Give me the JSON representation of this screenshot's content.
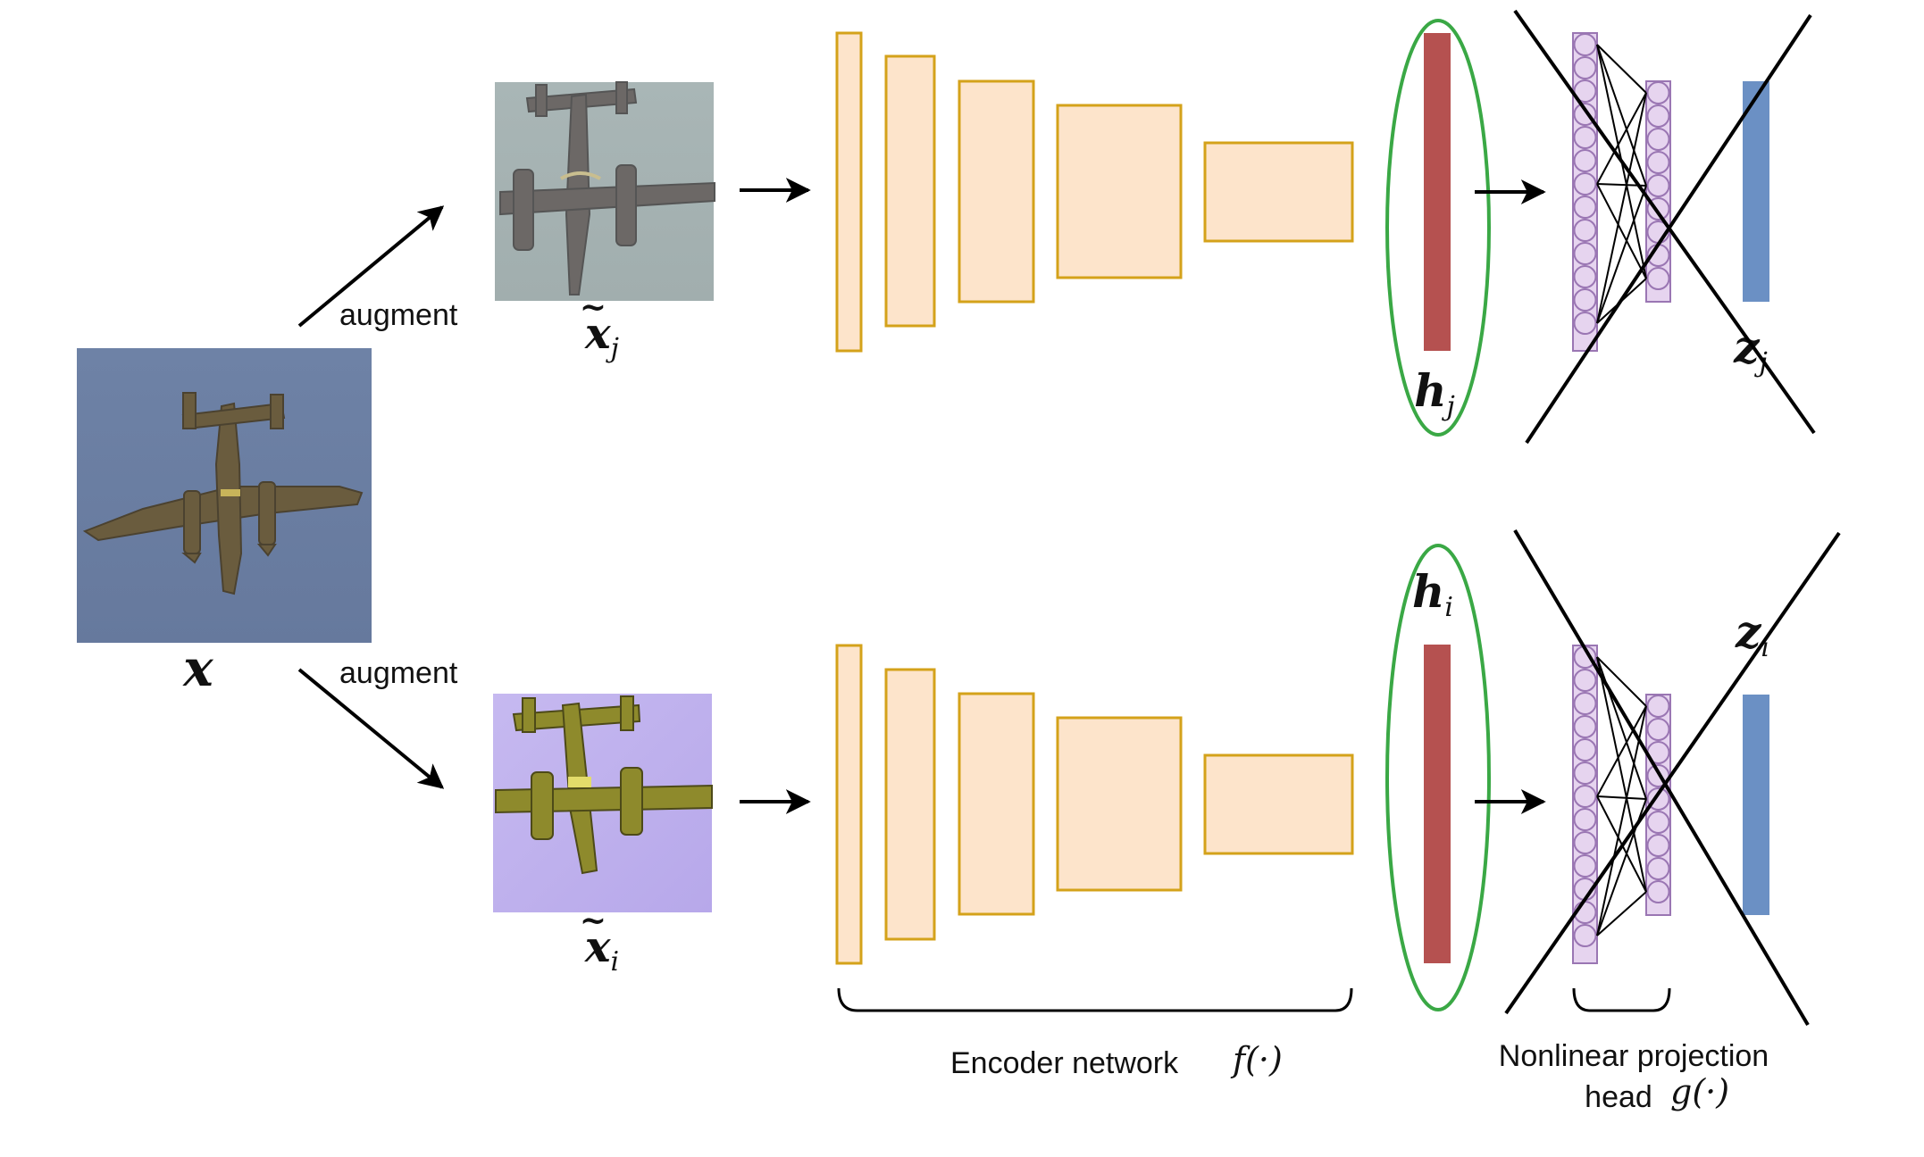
{
  "labels": {
    "input": "x",
    "augment_top": "augment",
    "augment_bottom": "augment",
    "view_j_base": "x",
    "view_j_sub": "j",
    "view_i_base": "x",
    "view_i_sub": "i",
    "h_j_base": "h",
    "h_j_sub": "j",
    "h_i_base": "h",
    "h_i_sub": "i",
    "z_j_base": "z",
    "z_j_sub": "j",
    "z_i_base": "z",
    "z_i_sub": "i",
    "encoder_text": "Encoder network",
    "encoder_fn": "f(·)",
    "projection_line1": "Nonlinear projection",
    "projection_line2": "head",
    "projection_fn": "g(·)"
  },
  "colors": {
    "encoder_fill": "#fde4cb",
    "encoder_stroke": "#d4a21a",
    "representation": "#b55150",
    "embedding": "#6b90c4",
    "ellipse": "#3aa845",
    "neuron_fill": "#e6d4ef",
    "neuron_stroke": "#9a76b3",
    "original_bg": "#6b7fa2",
    "view_j_bg": "#a5b3b3",
    "view_i_bg": "#c0b2ec"
  }
}
